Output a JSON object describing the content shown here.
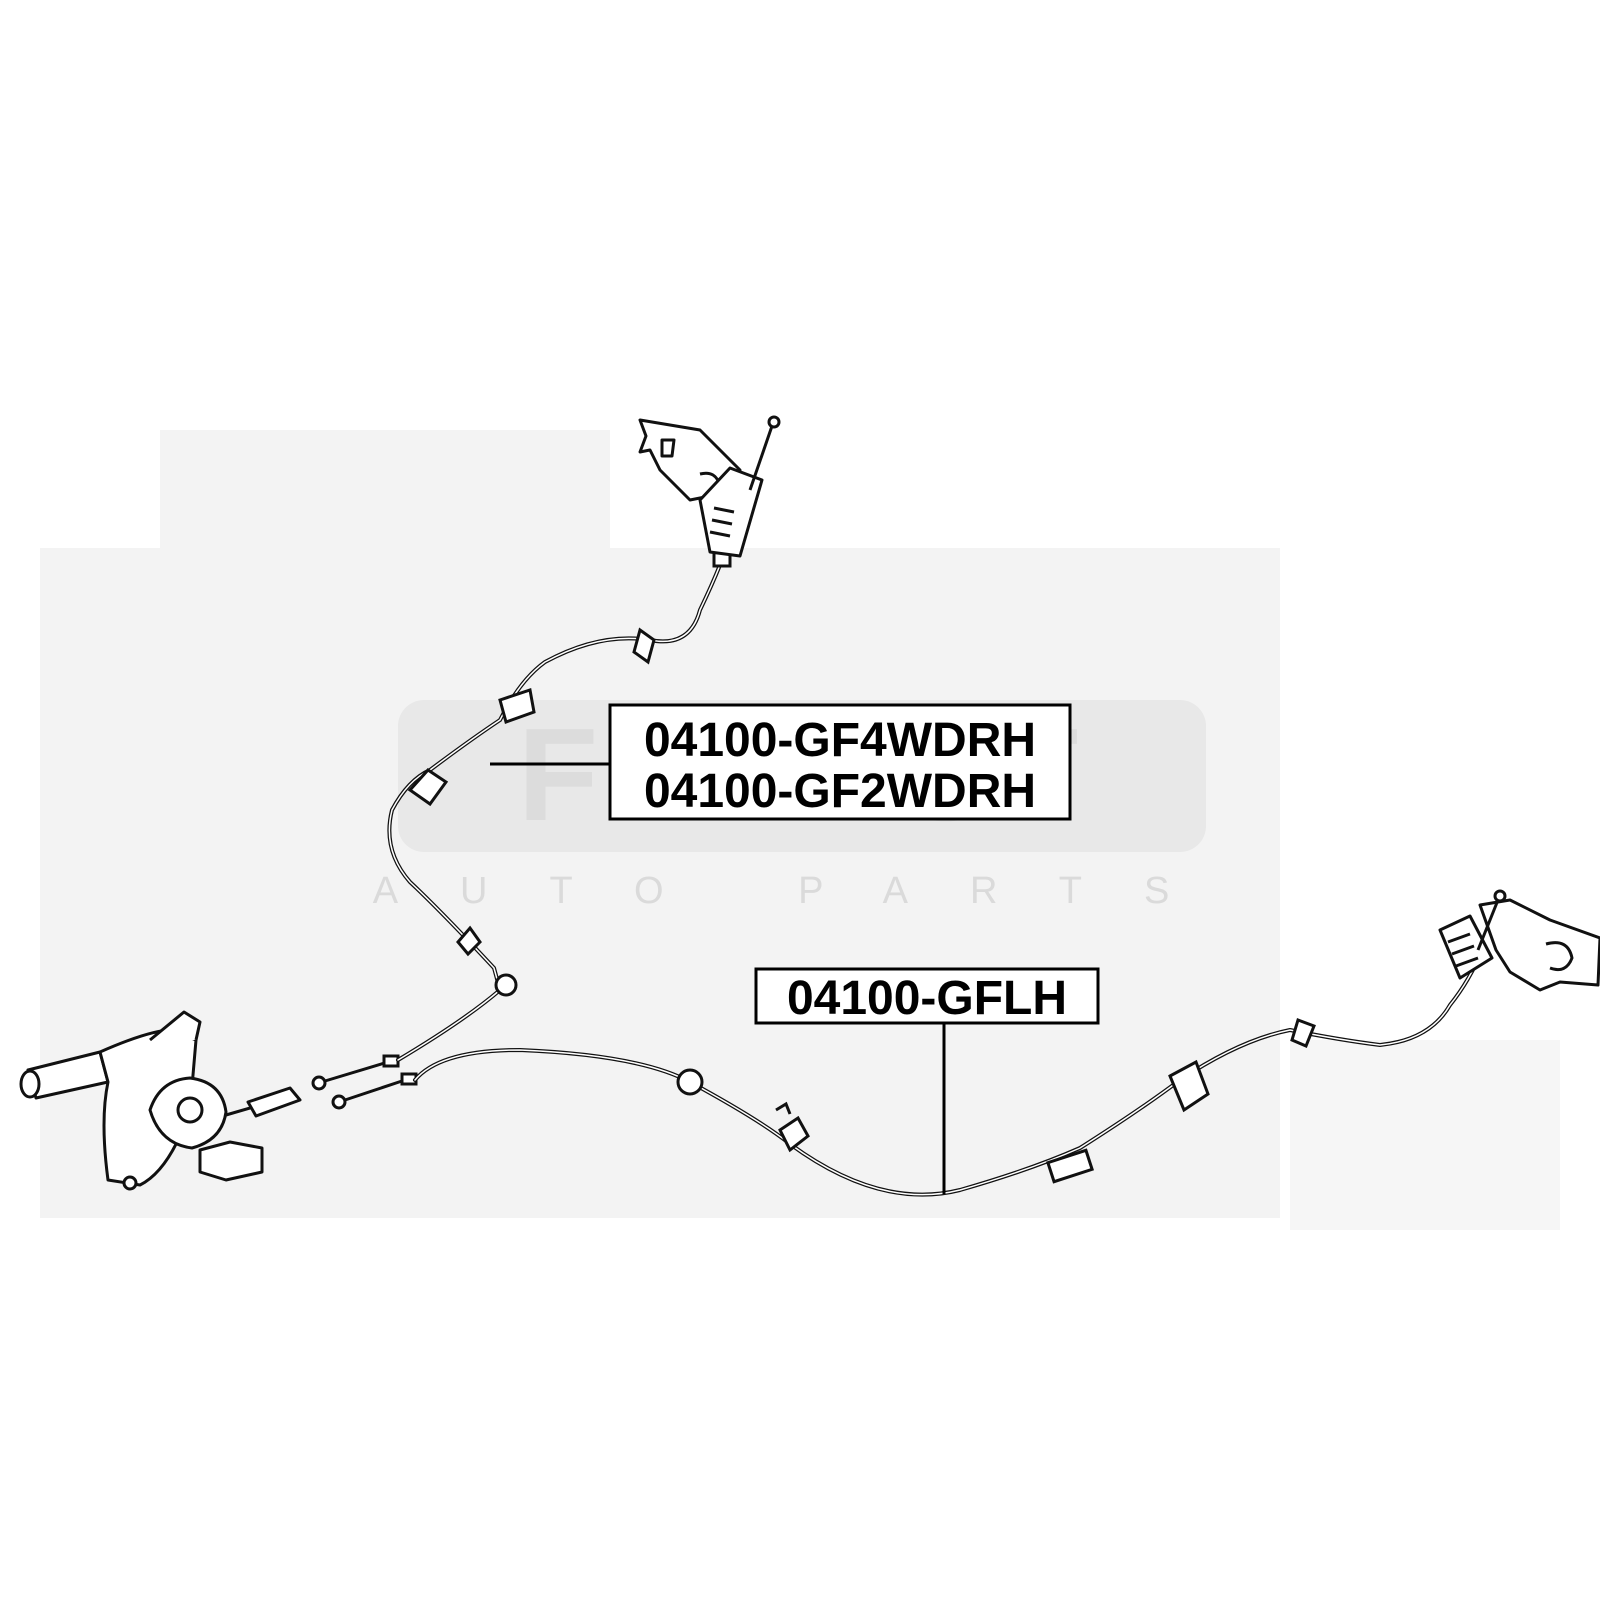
{
  "watermark": {
    "brand": "FEBEST",
    "subtitle": "AUTO PARTS"
  },
  "labels": {
    "upper_line1": "04100-GF4WDRH",
    "upper_line2": "04100-GF2WDRH",
    "lower": "04100-GFLH"
  }
}
